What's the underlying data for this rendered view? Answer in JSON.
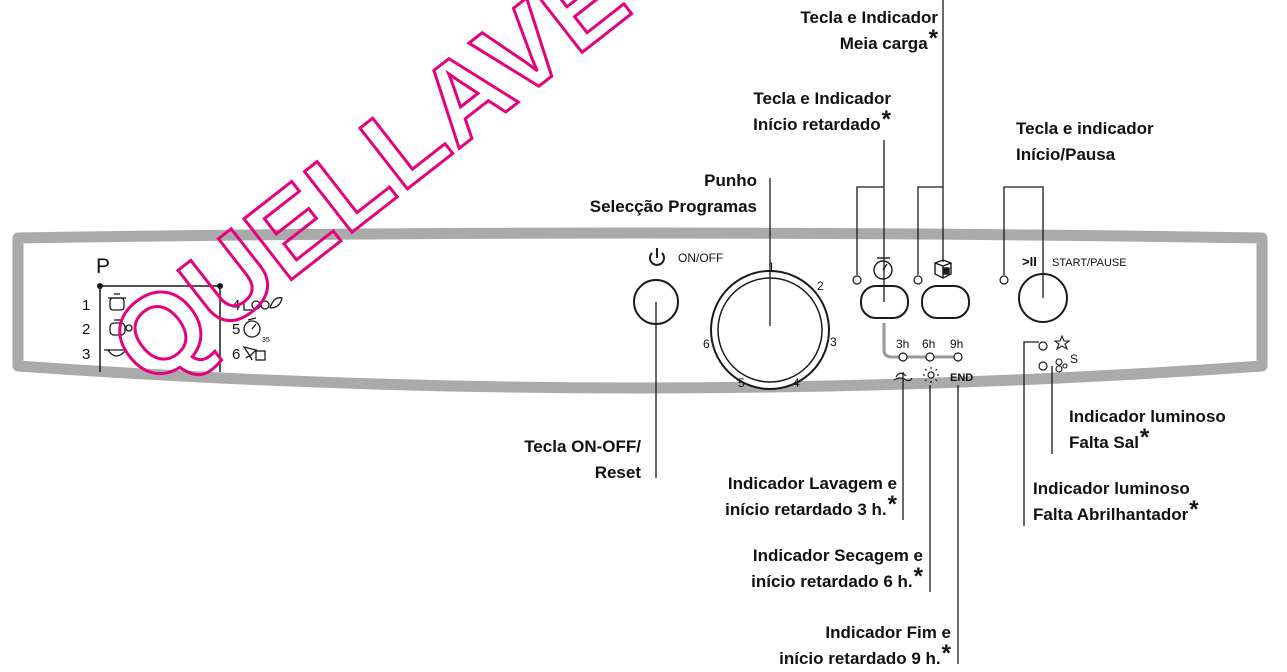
{
  "watermark": {
    "text": "QUELLAVE",
    "color": "#e6007e"
  },
  "panel": {
    "program_header": "P",
    "programs": [
      {
        "number": "1",
        "icon": "heavy-pot-icon"
      },
      {
        "number": "2",
        "icon": "pot-icon"
      },
      {
        "number": "3",
        "icon": "bowl-icon"
      },
      {
        "number": "4",
        "icon": "eco-icon"
      },
      {
        "number": "5",
        "icon": "quick-35-icon"
      },
      {
        "number": "6",
        "icon": "soak-icon"
      }
    ],
    "onoff_label": "ON/OFF",
    "dial_numbers": [
      "1",
      "2",
      "3",
      "4",
      "5",
      "6"
    ],
    "start_pause_label": "START/PAUSE",
    "start_pause_symbol": ">II",
    "delay_hours": [
      "3h",
      "6h",
      "9h"
    ],
    "end_label": "END",
    "salt_letter": "S",
    "colors": {
      "panel_border": "#aaaaaa",
      "line": "#1a1a1a",
      "delay_connector": "#999999"
    }
  },
  "callouts": {
    "half_load": {
      "line1": "Tecla e Indicador",
      "line2": "Meia carga",
      "star": "*"
    },
    "delay_start": {
      "line1": "Tecla e Indicador",
      "line2": "Início retardado",
      "star": "*"
    },
    "start_pause": {
      "line1": "Tecla e indicador",
      "line2": "Início/Pausa"
    },
    "knob": {
      "line1": "Punho",
      "line2": "Selecção Programas"
    },
    "onoff": {
      "line1": "Tecla ON-OFF/",
      "line2": "Reset"
    },
    "wash": {
      "line1": "Indicador Lavagem e",
      "line2": "início retardado 3 h.",
      "star": "*"
    },
    "dry": {
      "line1": "Indicador Secagem e",
      "line2": "início retardado 6 h.",
      "star": "*"
    },
    "end": {
      "line1": "Indicador Fim e",
      "line2": "início retardado 9 h.",
      "star": "*"
    },
    "salt": {
      "line1": "Indicador luminoso",
      "line2": "Falta Sal",
      "star": "*"
    },
    "rinse_aid": {
      "line1": "Indicador luminoso",
      "line2": "Falta Abrilhantador",
      "star": "*"
    }
  }
}
